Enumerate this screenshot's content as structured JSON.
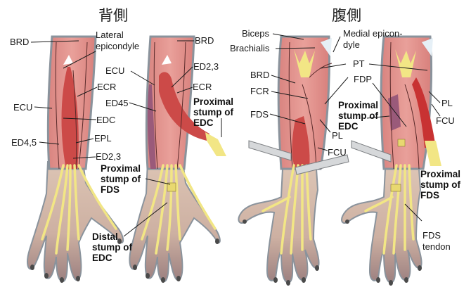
{
  "titles": {
    "dorsal": "背側",
    "volar": "腹側"
  },
  "colors": {
    "muscle": "#de8a86",
    "muscle_dark": "#cc4a48",
    "muscle_deep": "#c83232",
    "tendon": "#f2e685",
    "skin": "#d9bfae",
    "outline": "#8a939c",
    "nail": "#4a4a4a",
    "retractor": "#d6d8da"
  },
  "panel1": {
    "labels": {
      "brd": "BRD",
      "lateral_epicondyle": [
        "Lateral",
        "epicondyle"
      ],
      "ecr": "ECR",
      "ecu": "ECU",
      "edc": "EDC",
      "epl": "EPL",
      "ed45": "ED4,5",
      "ed23": "ED2,3"
    }
  },
  "panel2": {
    "labels": {
      "brd": "BRD",
      "ecu": "ECU",
      "ed23": "ED2,3",
      "ecr": "ECR",
      "ed45": "ED45",
      "proximal_stump_edc": [
        "Proximal",
        "stump of",
        "EDC"
      ],
      "proximal_stump_fds": [
        "Proximal",
        "stump of",
        "FDS"
      ],
      "distal_stump_edc": [
        "Distal",
        "stump of",
        "EDC"
      ]
    }
  },
  "panel3": {
    "labels": {
      "biceps": "Biceps",
      "brachialis": "Brachialis",
      "medial_epicondyle": [
        "Medial epicon-",
        "dyle"
      ],
      "pt": "PT",
      "brd": "BRD",
      "fcr": "FCR",
      "fds": "FDS",
      "pl": "PL",
      "fcu": "FCU"
    }
  },
  "panel4": {
    "labels": {
      "fdp": "FDP",
      "proximal_stump_edc": [
        "Proximal",
        "stump of",
        "EDC"
      ],
      "pl": "PL",
      "fcu": "FCU",
      "proximal_stump_fds": [
        "Proximal",
        "stump of",
        "FDS"
      ],
      "fds_tendon": [
        "FDS",
        "tendon"
      ]
    }
  }
}
